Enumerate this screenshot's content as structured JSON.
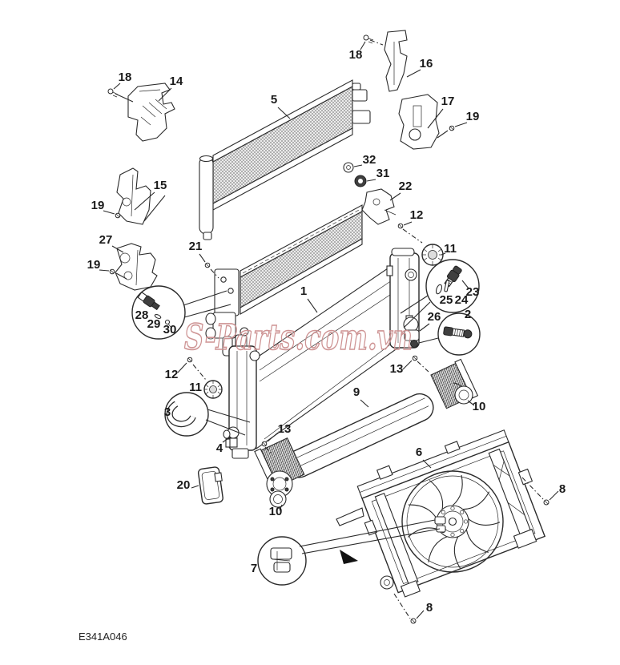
{
  "watermark": {
    "text": "S-Parts.com.vn"
  },
  "figure_code": "E341A046",
  "colors": {
    "watermark-color": "#cc8f8f",
    "line-color": "#2b2b2b",
    "background": "#ffffff"
  },
  "callouts": {
    "c1": "1",
    "c2": "2",
    "c3": "3",
    "c4": "4",
    "c5": "5",
    "c6": "6",
    "c7": "7",
    "c8a": "8",
    "c8b": "8",
    "c9": "9",
    "c10a": "10",
    "c10b": "10",
    "c11a": "11",
    "c11b": "11",
    "c12a": "12",
    "c12b": "12",
    "c13a": "13",
    "c13b": "13",
    "c14": "14",
    "c15": "15",
    "c16": "16",
    "c17": "17",
    "c18a": "18",
    "c18b": "18",
    "c19a": "19",
    "c19b": "19",
    "c19c": "19",
    "c20": "20",
    "c21": "21",
    "c22": "22",
    "c23": "23",
    "c24": "24",
    "c25": "25",
    "c26": "26",
    "c27": "27",
    "c28": "28",
    "c29": "29",
    "c30": "30",
    "c31": "31",
    "c32": "32"
  }
}
